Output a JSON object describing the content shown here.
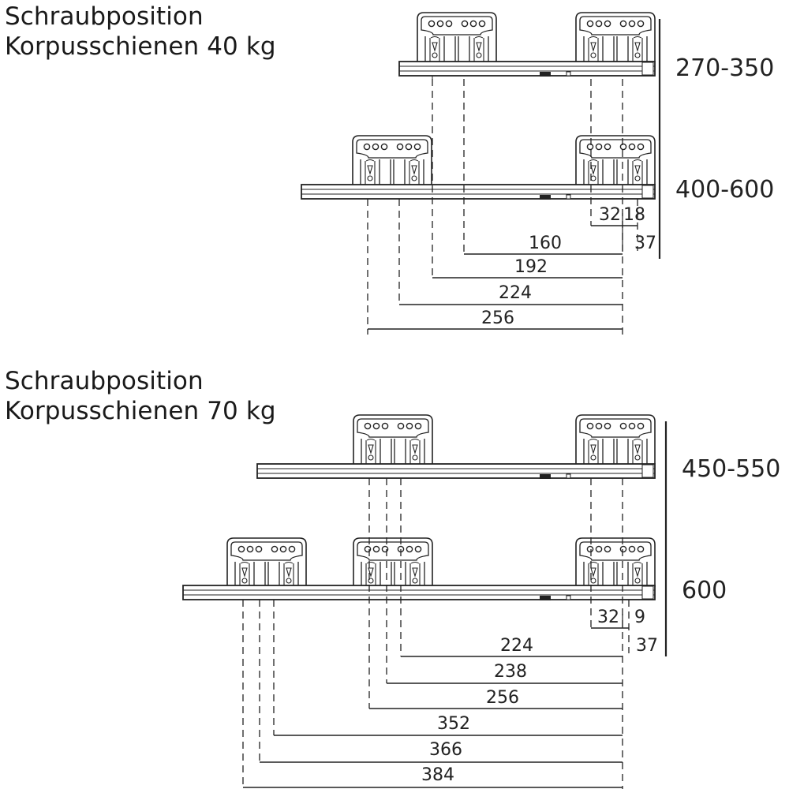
{
  "section_40": {
    "title_line1": "Schraubposition",
    "title_line2": "Korpusschienen 40 kg",
    "range_top": "270-350",
    "range_bottom": "400-600",
    "dims": {
      "d32": "32",
      "d18": "18",
      "d160": "160",
      "d37": "37",
      "d192": "192",
      "d224": "224",
      "d256": "256"
    }
  },
  "section_70": {
    "title_line1": "Schraubposition",
    "title_line2": "Korpusschienen 70 kg",
    "range_top": "450-550",
    "range_bottom": "600",
    "dims": {
      "d32": "32",
      "d9": "9",
      "d224": "224",
      "d37": "37",
      "d238": "238",
      "d256": "256",
      "d352": "352",
      "d366": "366",
      "d384": "384"
    }
  }
}
